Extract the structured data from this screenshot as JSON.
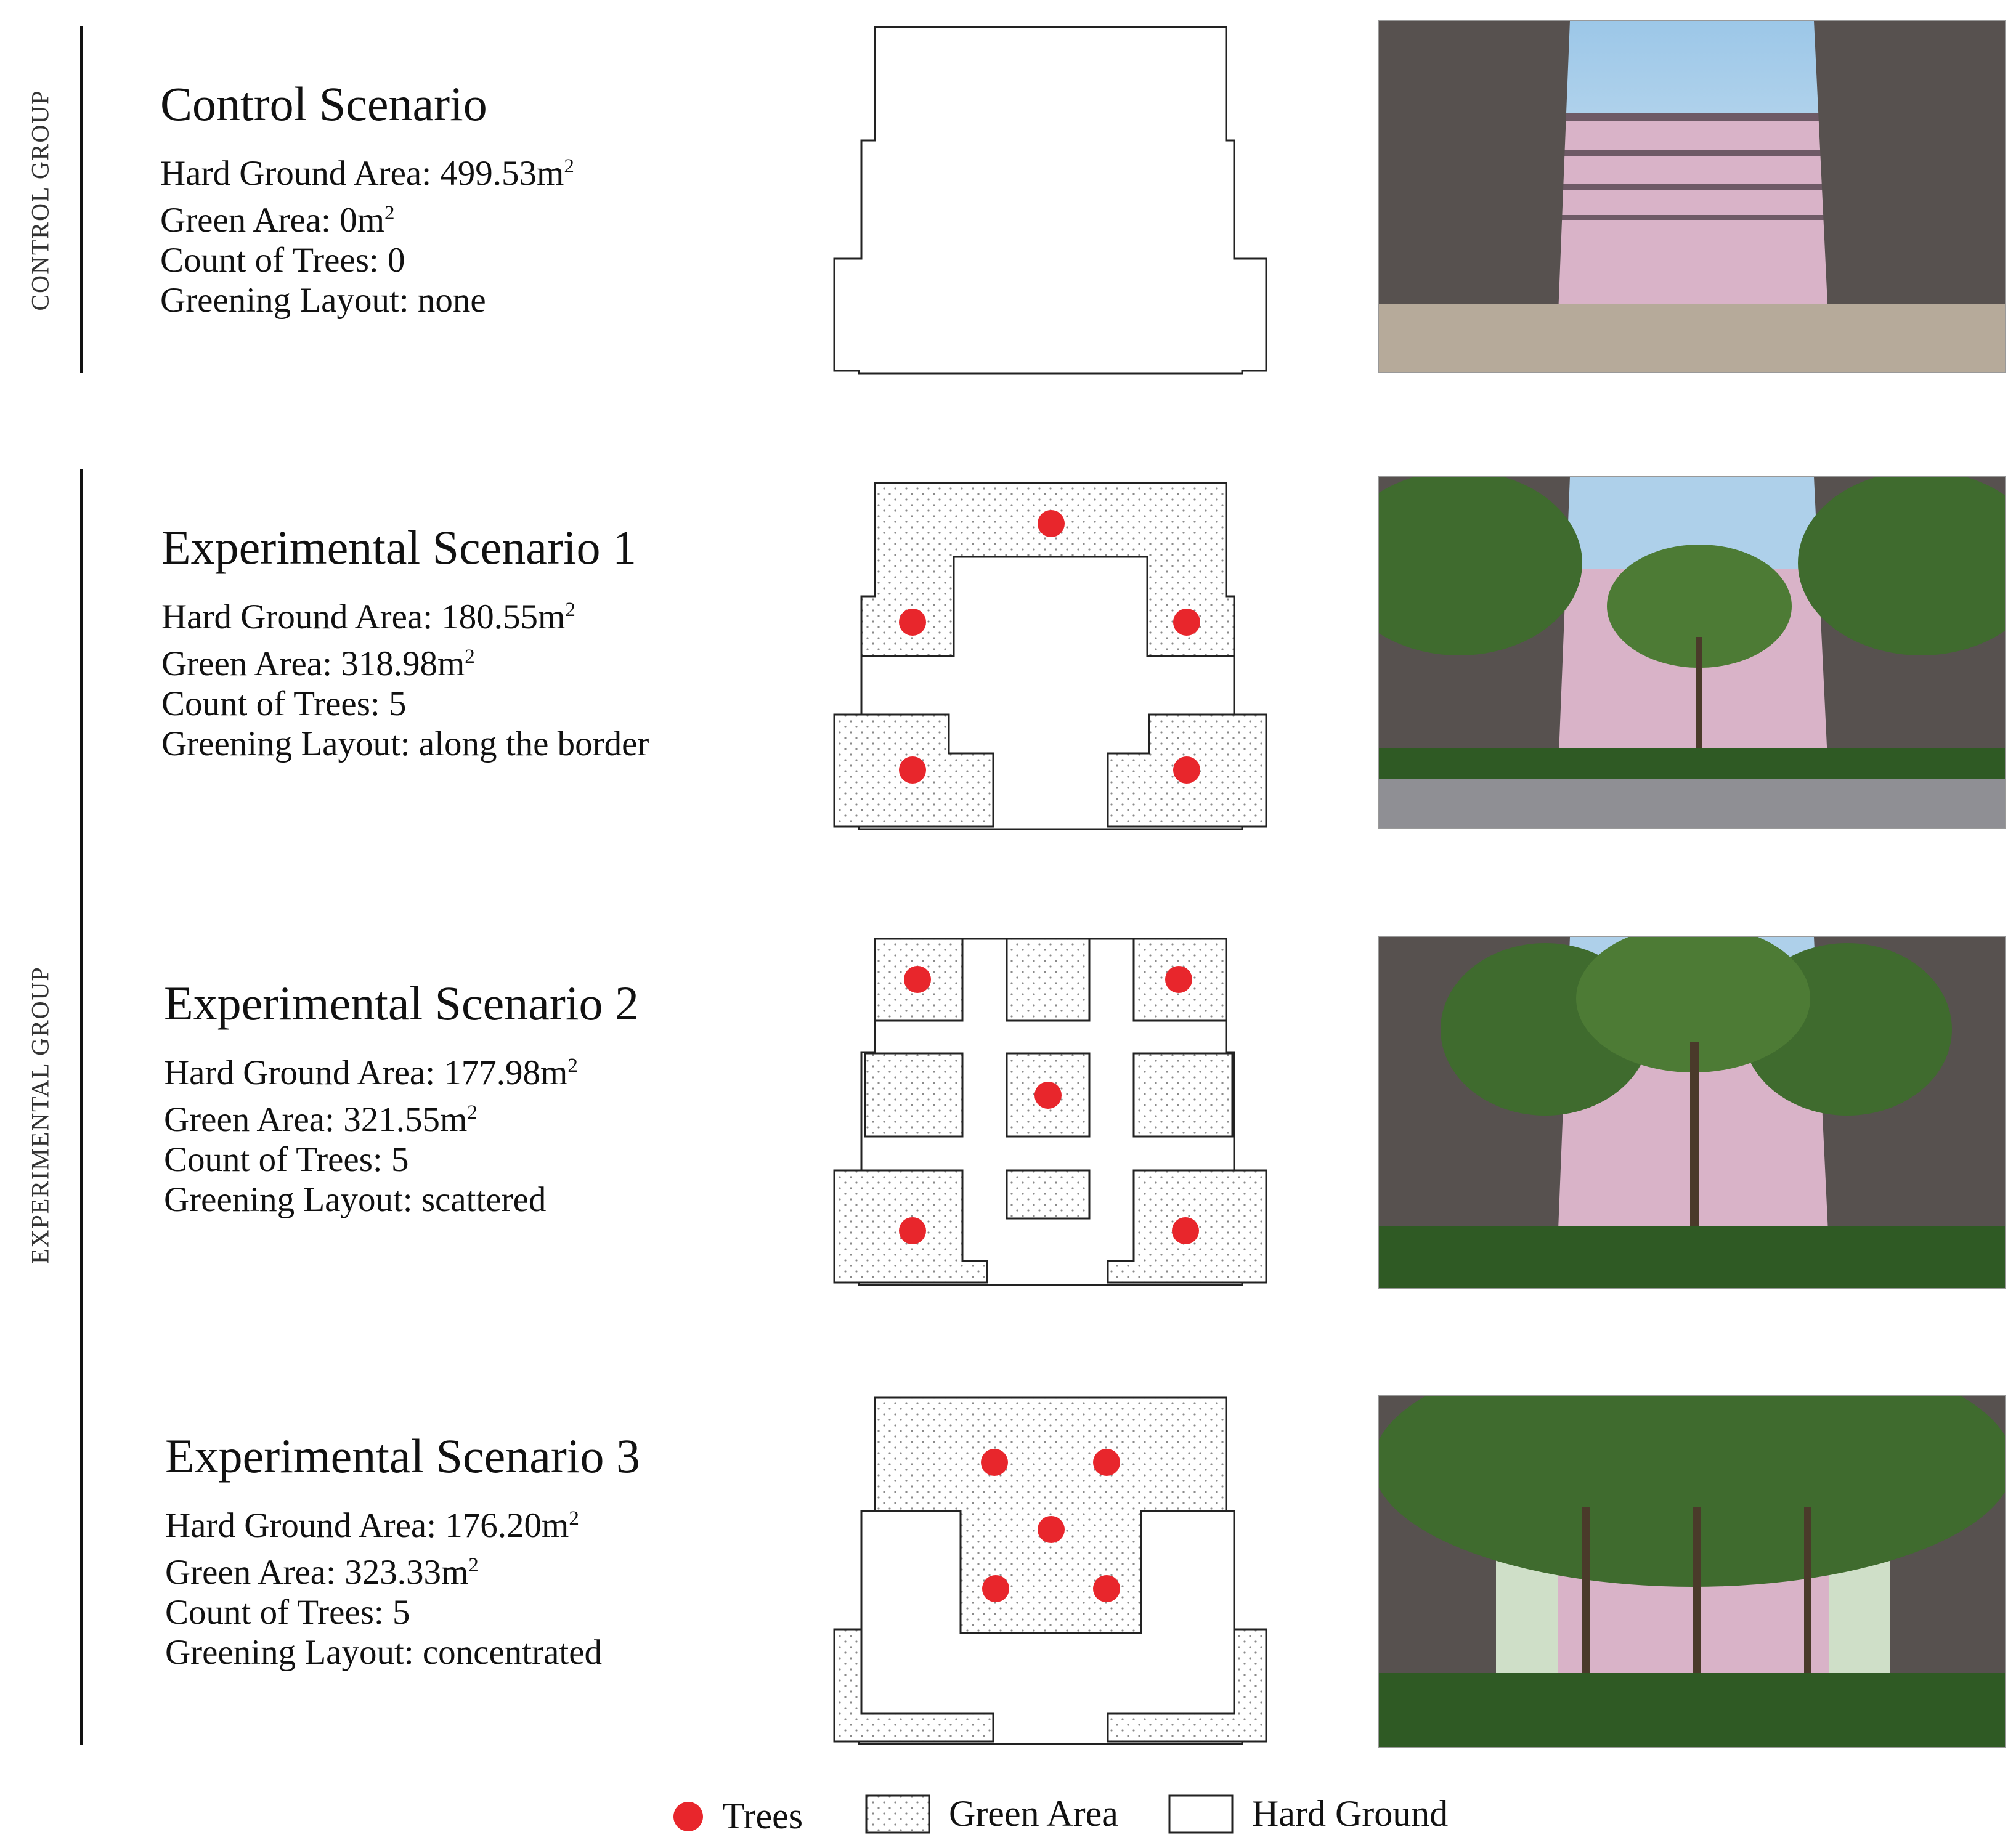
{
  "group_labels": {
    "control": "CONTROL GROUP",
    "experimental": "EXPERIMENTAL GROUP"
  },
  "units": {
    "area_unit": "m",
    "area_exp": "2"
  },
  "scenarios": [
    {
      "title": "Control Scenario",
      "hard_ground_label": "Hard Ground Area:",
      "hard_ground_value": "499.53",
      "green_label": "Green Area:",
      "green_value": "0",
      "trees_label": "Count of Trees:",
      "trees_value": "0",
      "layout_label": "Greening Layout:",
      "layout_value": "none"
    },
    {
      "title": "Experimental Scenario 1",
      "hard_ground_label": "Hard Ground Area:",
      "hard_ground_value": "180.55",
      "green_label": "Green Area:",
      "green_value": "318.98",
      "trees_label": "Count of Trees:",
      "trees_value": "5",
      "layout_label": "Greening Layout:",
      "layout_value": "along the border"
    },
    {
      "title": "Experimental Scenario 2",
      "hard_ground_label": "Hard Ground Area:",
      "hard_ground_value": "177.98",
      "green_label": "Green Area:",
      "green_value": "321.55",
      "trees_label": "Count of Trees:",
      "trees_value": "5",
      "layout_label": "Greening Layout:",
      "layout_value": "scattered"
    },
    {
      "title": "Experimental Scenario 3",
      "hard_ground_label": "Hard Ground Area:",
      "hard_ground_value": "176.20",
      "green_label": "Green Area:",
      "green_value": "323.33",
      "trees_label": "Count of Trees:",
      "trees_value": "5",
      "layout_label": "Greening Layout:",
      "layout_value": "concentrated"
    }
  ],
  "legend": {
    "trees": "Trees",
    "green_area": "Green Area",
    "hard_ground": "Hard Ground"
  },
  "colors": {
    "tree": "#e8262c",
    "green_area_dot": "#888888",
    "outline": "#222222",
    "facade_pink": "#d9b3c8",
    "sky": "#a7cde8",
    "building": "#5d5a5c",
    "foliage": "#3f6b2e"
  }
}
